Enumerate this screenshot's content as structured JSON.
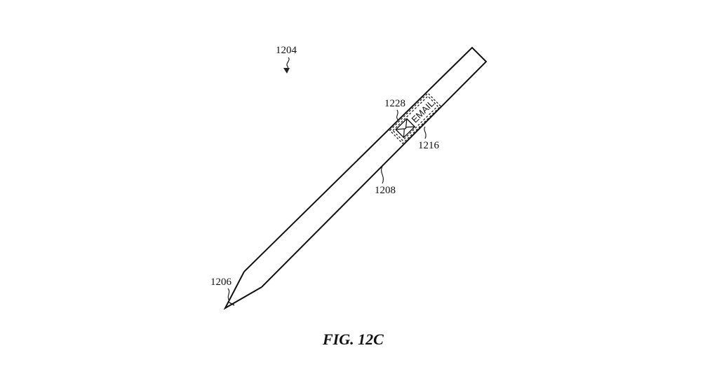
{
  "figure": {
    "caption": "FIG. 12C",
    "reference_labels": {
      "device": "1204",
      "tip": "1206",
      "body": "1208",
      "affordance": "1216",
      "icon": "1228"
    },
    "affordance_label": "EMAIL",
    "icons": {
      "affordance_icon": "envelope-icon"
    },
    "colors": {
      "line": "#111111",
      "background": "#ffffff"
    }
  }
}
